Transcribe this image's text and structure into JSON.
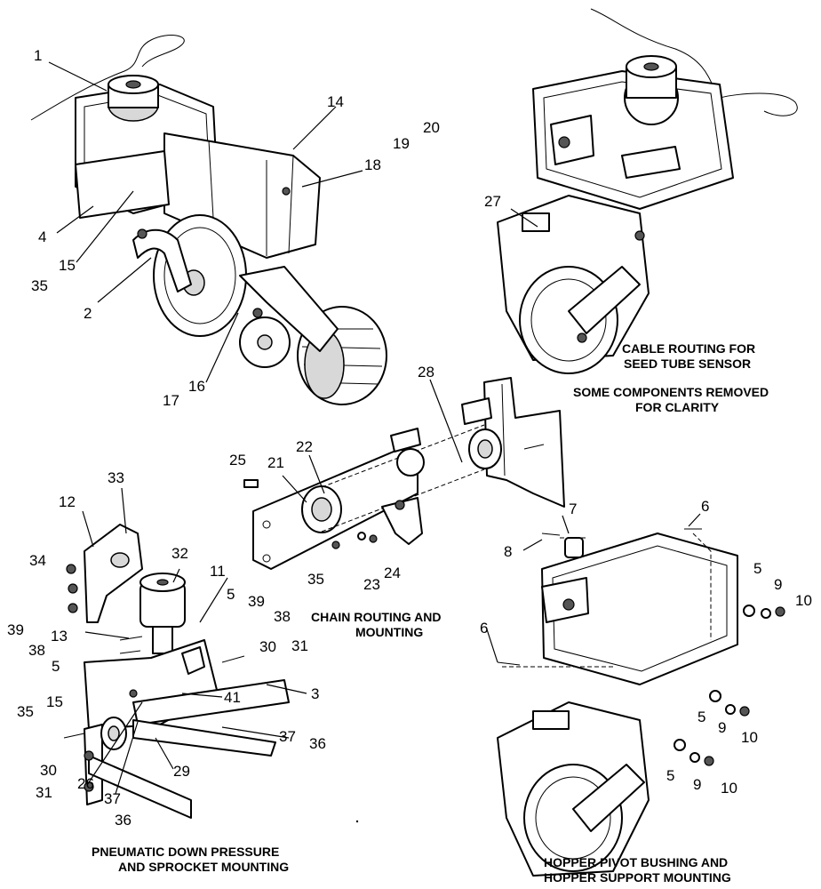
{
  "captions": {
    "cable_routing": [
      "CABLE ROUTING FOR",
      "SEED TUBE SENSOR"
    ],
    "components_removed": [
      "SOME COMPONENTS REMOVED",
      "FOR CLARITY"
    ],
    "chain_routing": [
      "CHAIN ROUTING AND",
      "MOUNTING"
    ],
    "pneumatic": [
      "PNEUMATIC DOWN PRESSURE",
      "AND SPROCKET MOUNTING"
    ],
    "hopper_pivot": [
      "HOPPER PIVOT BUSHING AND",
      "HOPPER SUPPORT MOUNTING"
    ]
  },
  "callouts": {
    "main_view": {
      "c1": "1",
      "c14": "14",
      "c20": "20",
      "c19": "19",
      "c18": "18",
      "c4": "4",
      "c15": "15",
      "c35": "35",
      "c2": "2",
      "c16": "16",
      "c17": "17"
    },
    "cable_view": {
      "c27": "27"
    },
    "chain_view": {
      "c28": "28",
      "c25": "25",
      "c21": "21",
      "c22": "22",
      "c35": "35",
      "c23": "23",
      "c24": "24"
    },
    "pneumatic_view": {
      "c12": "12",
      "c33": "33",
      "c34": "34",
      "c32": "32",
      "c11": "11",
      "c5a": "5",
      "c39a": "39",
      "c38a": "38",
      "c39b": "39",
      "c38b": "38",
      "c13": "13",
      "c30a": "30",
      "c31a": "31",
      "c5b": "5",
      "c3": "3",
      "c41": "41",
      "c35": "35",
      "c15": "15",
      "c37a": "37",
      "c36a": "36",
      "c30b": "30",
      "c31b": "31",
      "c26": "26",
      "c29": "29",
      "c37b": "37",
      "c36b": "36"
    },
    "hopper_view": {
      "c6a": "6",
      "c7": "7",
      "c8": "8",
      "c5a": "5",
      "c9a": "9",
      "c10a": "10",
      "c6b": "6",
      "c5b": "5",
      "c9b": "9",
      "c10b": "10",
      "c5c": "5",
      "c9c": "9",
      "c10c": "10"
    }
  }
}
